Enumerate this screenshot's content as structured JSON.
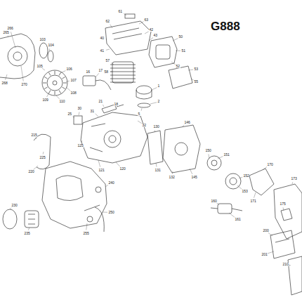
{
  "diagram": {
    "title": "G888",
    "labels": [
      "265",
      "266",
      "268",
      "270",
      "103",
      "104",
      "105",
      "106",
      "107",
      "108",
      "109",
      "110",
      "61",
      "62",
      "63",
      "40",
      "41",
      "42",
      "43",
      "50",
      "51",
      "52",
      "53",
      "55",
      "57",
      "58",
      "1",
      "2",
      "5",
      "16",
      "17",
      "18",
      "21",
      "25",
      "30",
      "31",
      "32",
      "120",
      "121",
      "125",
      "130",
      "131",
      "132",
      "145",
      "146",
      "150",
      "151",
      "152",
      "153",
      "160",
      "161",
      "170",
      "171",
      "173",
      "175",
      "200",
      "201",
      "210",
      "215",
      "220",
      "225",
      "230",
      "235",
      "240",
      "250",
      "255"
    ]
  }
}
